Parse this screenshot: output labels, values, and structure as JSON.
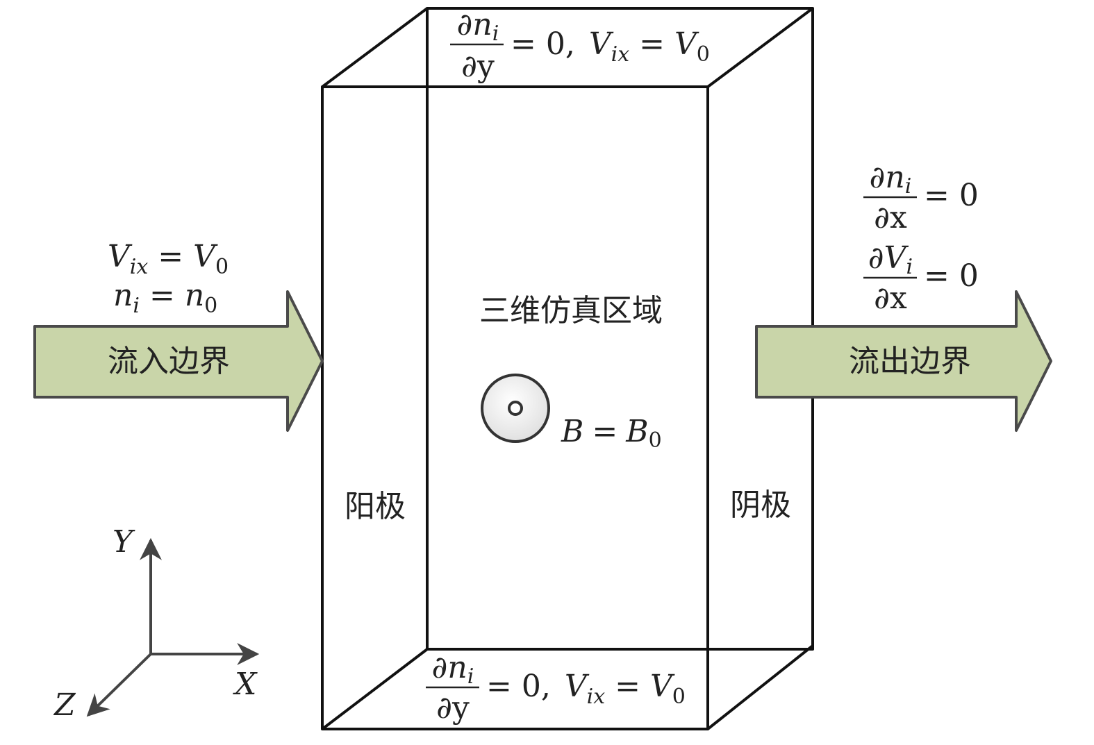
{
  "colors": {
    "arrow_fill": "#c9d5a9",
    "arrow_stroke": "#4a4a4a",
    "line": "#111111"
  },
  "labels": {
    "region": "三维仿真区域",
    "inflow": "流入边界",
    "outflow": "流出边界",
    "anode": "阳极",
    "cathode": "阴极"
  },
  "equations": {
    "inflow_velocity": {
      "var": "V",
      "sub": "ix",
      "rhs_var": "V",
      "rhs_sub": "0"
    },
    "inflow_density": {
      "var": "n",
      "sub": "i",
      "rhs_var": "n",
      "rhs_sub": "0"
    },
    "outflow_dn": {
      "num": "∂n",
      "num_sub": "i",
      "den": "∂x",
      "rhs": "= 0"
    },
    "outflow_dv": {
      "num": "∂V",
      "num_sub": "i",
      "den": "∂x",
      "rhs": "= 0"
    },
    "top_boundary": {
      "num": "∂n",
      "num_sub": "i",
      "den": "∂y",
      "rhs": "= 0,",
      "var": "V",
      "sub": "ix",
      "rhs_var": "V",
      "rhs_sub": "0"
    },
    "bottom_boundary": {
      "num": "∂n",
      "num_sub": "i",
      "den": "∂y",
      "rhs": "= 0,",
      "var": "V",
      "sub": "ix",
      "rhs_var": "V",
      "rhs_sub": "0"
    },
    "magnetic_field": {
      "var": "B",
      "rhs_var": "B",
      "rhs_sub": "0"
    }
  },
  "axes": {
    "x": "X",
    "y": "Y",
    "z": "Z"
  }
}
